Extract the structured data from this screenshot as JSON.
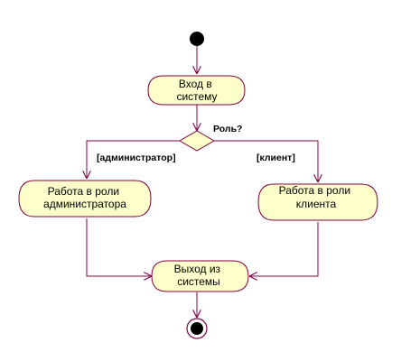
{
  "nodes": {
    "login": [
      "Вход в",
      "систему"
    ],
    "admin": [
      "Работа в роли",
      "администратора"
    ],
    "client": [
      "Работа в роли",
      "клиента"
    ],
    "logout": [
      "Выход из",
      "системы"
    ]
  },
  "decision": {
    "label": "Роль?"
  },
  "guards": {
    "admin": "[администратор]",
    "client": "[клиент]"
  },
  "colors": {
    "stroke": "#800040",
    "fill": "#ffffcc",
    "start": "#000000"
  }
}
